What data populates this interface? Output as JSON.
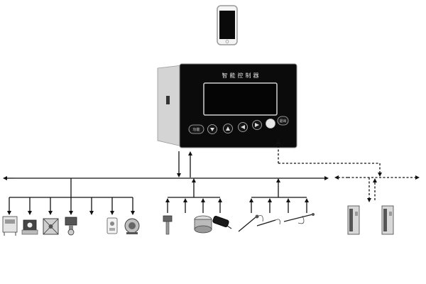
{
  "controller": {
    "title": "智能控制器",
    "left_button_label": "功能",
    "right_button_label": "退出"
  },
  "colors": {
    "line": "#111111",
    "controller_body": "#0b0b0b",
    "controller_case": "#dcdcdc",
    "display": "#050505"
  },
  "devices": {
    "phone": "smartphone-icon",
    "group_left": [
      "relay-icon",
      "solenoid-valve-icon",
      "fan-icon",
      "water-valve-icon",
      "humidity-sensor-icon",
      "motor-icon"
    ],
    "group_mid": [
      "level-sensor-icon",
      "gas-sensor-icon",
      "probe-sensor-icon"
    ],
    "group_right": [
      "temperature-probe-icon",
      "temperature-probe-icon",
      "temperature-probe-icon"
    ],
    "group_far_right": [
      "io-module-icon",
      "io-module-icon"
    ]
  }
}
